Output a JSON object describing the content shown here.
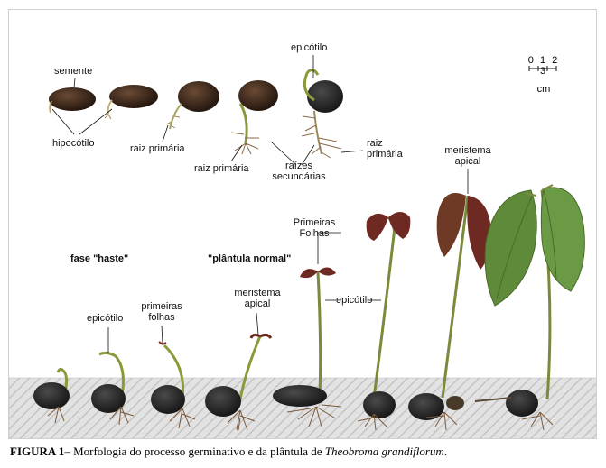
{
  "labels": {
    "semente": "semente",
    "hipocotilo": "hipocótilo",
    "raiz_primaria_1": "raiz primária",
    "raiz_primaria_2": "raiz primária",
    "epicotilo_top": "epicótilo",
    "raizes_secundarias_1": "raízes",
    "raizes_secundarias_2": "secundárias",
    "raiz_primaria_3a": "raiz",
    "raiz_primaria_3b": "primária",
    "fase_haste": "fase \"haste\"",
    "plantula_normal": "\"plântula normal\"",
    "epicotilo_bottom": "epicótilo",
    "primeiras_folhas_1": "primeiras",
    "primeiras_folhas_2": "folhas",
    "meristema_apical_1a": "meristema",
    "meristema_apical_1b": "apical",
    "primeiras_folhas_cap_1": "Primeiras",
    "primeiras_folhas_cap_2": "Folhas",
    "epicotilo_mid": "epicótilo",
    "meristema_apical_2a": "meristema",
    "meristema_apical_2b": "apical"
  },
  "scale": {
    "numbers": "0 1 2 3",
    "unit": "cm"
  },
  "caption": {
    "prefix": "FIGURA 1",
    "text": "– Morfologia do processo germinativo e da plântula de ",
    "species": "Theobroma grandiflorum",
    "suffix": "."
  },
  "colors": {
    "seed": "#3a2418",
    "stem": "#7a8a3a",
    "leaf_young": "#6e2a22",
    "leaf_mature": "#5f8a3a",
    "soil": "#d8d8d8"
  }
}
